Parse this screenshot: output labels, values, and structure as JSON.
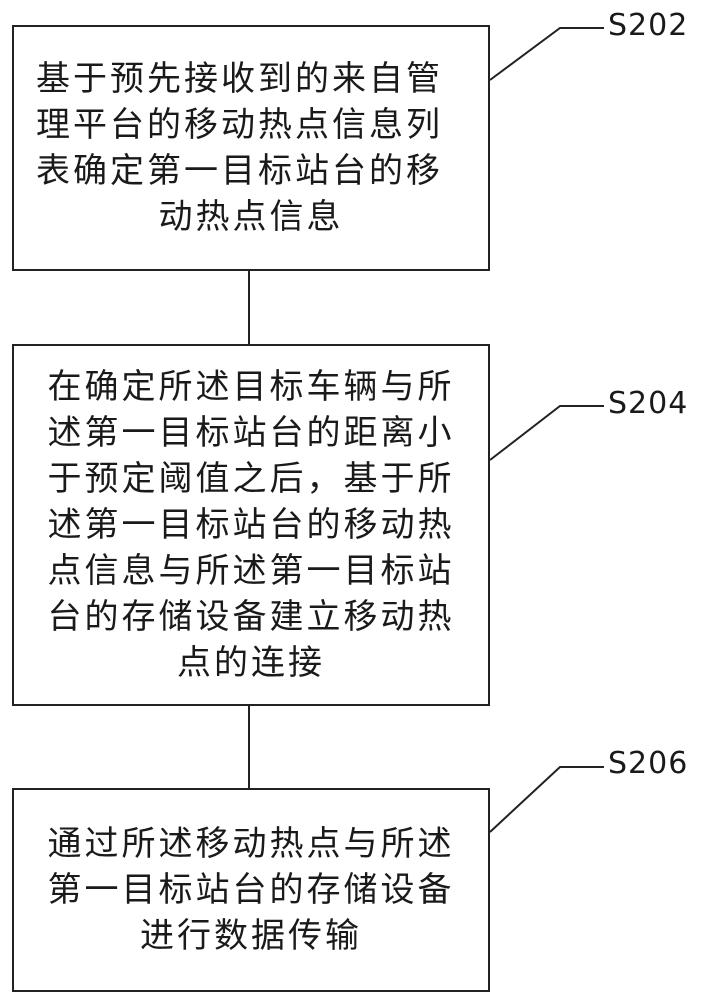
{
  "steps": [
    {
      "id": "S202",
      "text": "基于预先接收到的来自管理平台的移动热点信息列表确定第一目标站台的移动热点信息"
    },
    {
      "id": "S204",
      "text": "在确定所述目标车辆与所述第一目标站台的距离小于预定阈值之后，基于所述第一目标站台的移动热点信息与所述第一目标站台的存储设备建立移动热点的连接"
    },
    {
      "id": "S206",
      "text": "通过所述移动热点与所述第一目标站台的存储设备进行数据传输"
    }
  ]
}
